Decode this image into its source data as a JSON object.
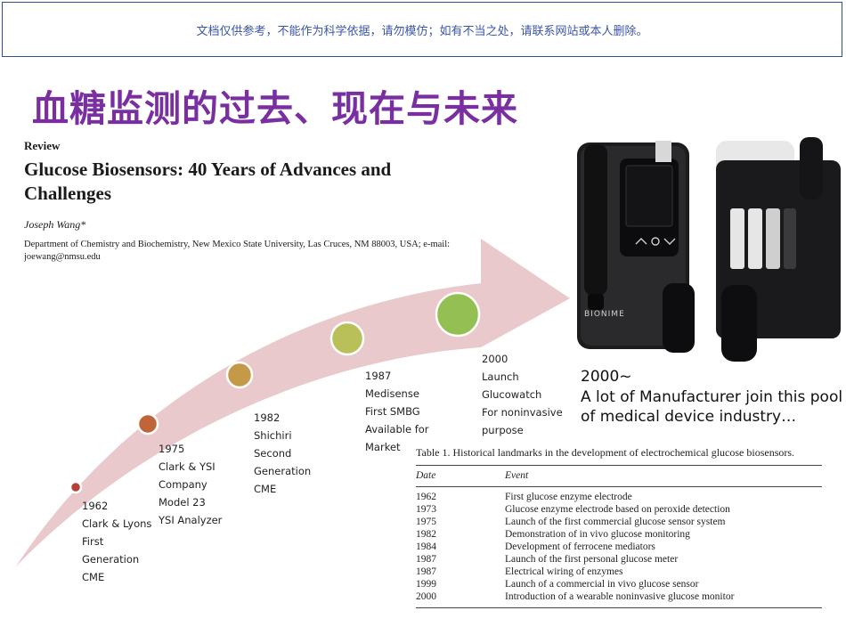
{
  "notice": "文档仅供参考，不能作为科学依据，请勿模仿；如有不当之处，请联系网站或本人删除。",
  "slide_title": "血糖监测的过去、现在与未来",
  "paper": {
    "type_label": "Review",
    "title": "Glucose Biosensors: 40 Years of Advances and Challenges",
    "author": "Joseph Wang*",
    "affiliation": "Department of Chemistry and Biochemistry, New Mexico State University, Las Cruces, NM 88003, USA; e-mail: joewang@nmsu.edu"
  },
  "timeline": [
    {
      "year": "1962",
      "lines": [
        "Clark & Lyons",
        "First",
        "Generation",
        "CME"
      ],
      "color": "#b5403a"
    },
    {
      "year": "1975",
      "lines": [
        "Clark & YSI",
        "Company",
        "Model 23",
        "YSI Analyzer"
      ],
      "color": "#c0643a"
    },
    {
      "year": "1982",
      "lines": [
        "Shichiri",
        "Second",
        "Generation",
        "CME"
      ],
      "color": "#c49a48"
    },
    {
      "year": "1987",
      "lines": [
        "Medisense",
        "First SMBG",
        "Available for",
        "Market"
      ],
      "color": "#b9c05a"
    },
    {
      "year": "2000",
      "lines": [
        "Launch",
        "Glucowatch",
        "For noninvasive",
        "purpose"
      ],
      "color": "#94bf52"
    }
  ],
  "era_note": {
    "year": "2000~",
    "text": "A lot of Manufacturer join this pool of medical device industry…"
  },
  "device": {
    "brand": "BIONIME"
  },
  "table": {
    "caption": "Table 1. Historical landmarks in the development of electrochemical glucose biosensors.",
    "headers": [
      "Date",
      "Event"
    ],
    "rows": [
      [
        "1962",
        "First glucose enzyme electrode"
      ],
      [
        "1973",
        "Glucose enzyme electrode based on peroxide detection"
      ],
      [
        "1975",
        "Launch of the first commercial glucose sensor system"
      ],
      [
        "1982",
        "Demonstration of in vivo glucose monitoring"
      ],
      [
        "1984",
        "Development of ferrocene mediators"
      ],
      [
        "1987",
        "Launch of the first personal glucose meter"
      ],
      [
        "1987",
        "Electrical wiring of enzymes"
      ],
      [
        "1999",
        "Launch of a commercial in vivo glucose sensor"
      ],
      [
        "2000",
        "Introduction of a wearable noninvasive glucose monitor"
      ]
    ]
  },
  "colors": {
    "title": "#7a2fa0",
    "arrow": "#e9c9cc",
    "notice_border": "#2f4f8f"
  }
}
